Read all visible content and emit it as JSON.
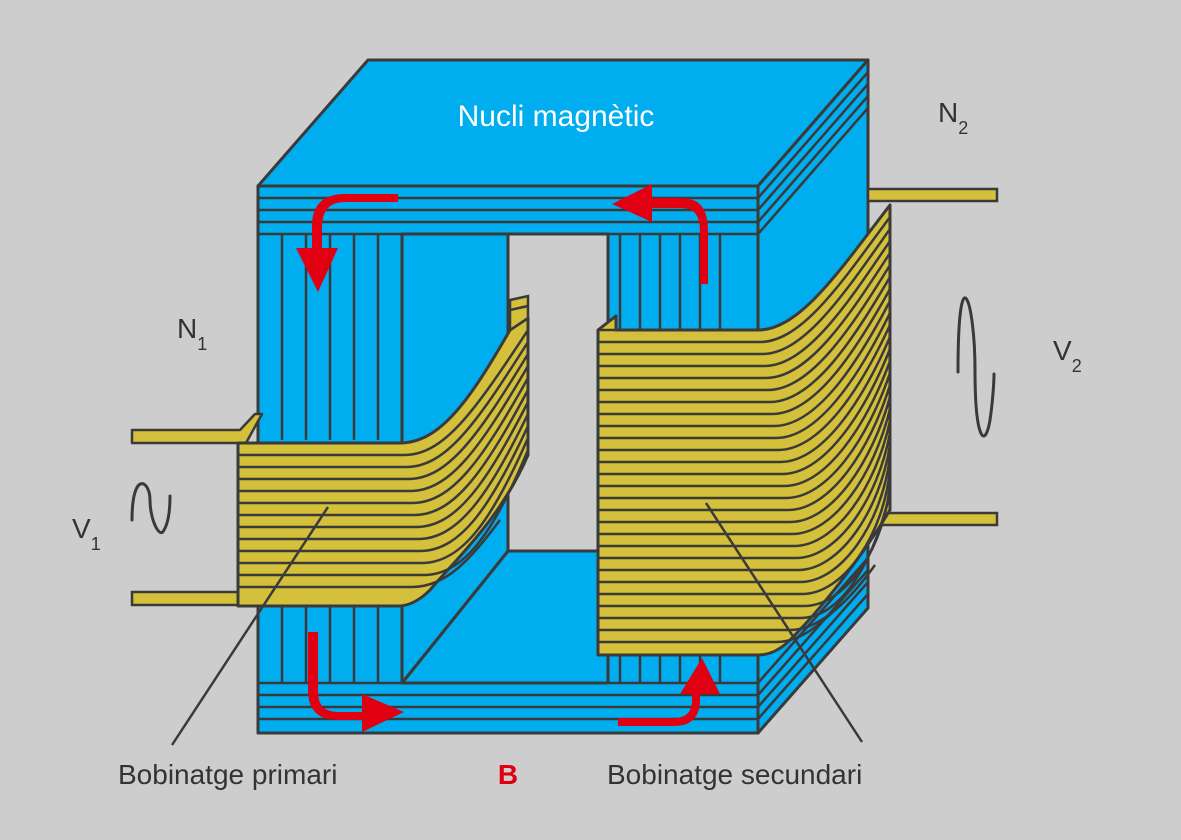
{
  "diagram": {
    "title": "Nucli magnètic",
    "n1": {
      "base": "N",
      "sub": "1"
    },
    "n2": {
      "base": "N",
      "sub": "2"
    },
    "v1": {
      "base": "V",
      "sub": "1"
    },
    "v2": {
      "base": "V",
      "sub": "2"
    },
    "primary_label": "Bobinatge primari",
    "secondary_label": "Bobinatge secundari",
    "flux_label": "B"
  },
  "colors": {
    "background": "#cdcdcd",
    "core": "#00adef",
    "coil": "#d4c03a",
    "outline": "#3a3a3a",
    "flux": "#e00012",
    "text": "#333333"
  },
  "icons": [
    "ac-source-icon",
    "ac-source-icon",
    "flux-arrow-icon"
  ]
}
